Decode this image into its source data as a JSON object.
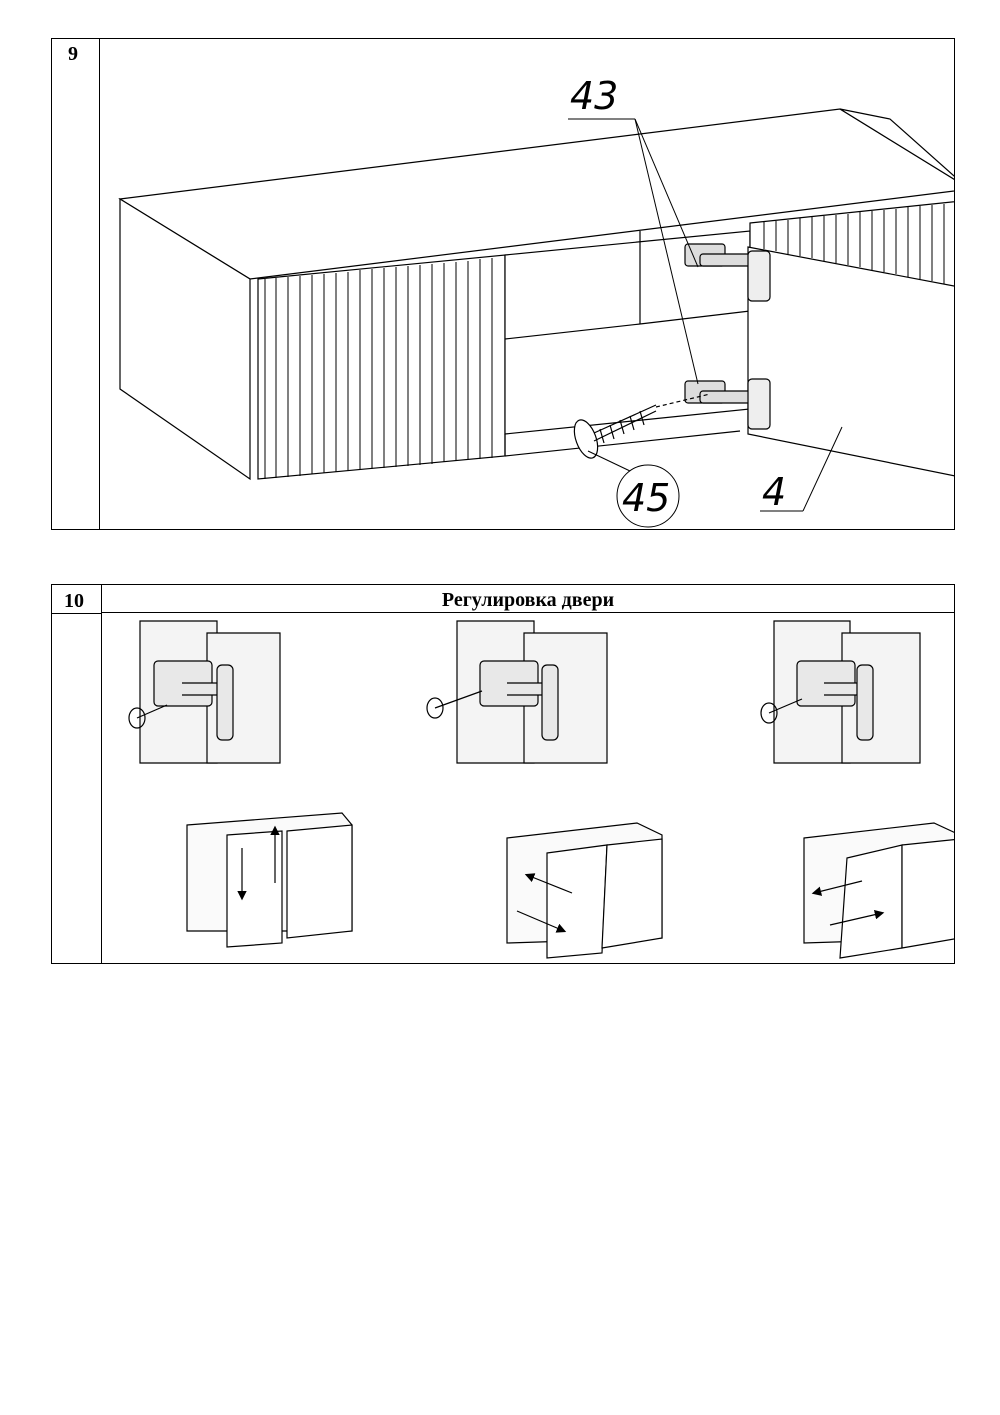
{
  "step9": {
    "number": "9",
    "callouts": {
      "hinge": "43",
      "screw": "45",
      "door": "4"
    }
  },
  "step10": {
    "number": "10",
    "title": "Регулировка двери"
  }
}
